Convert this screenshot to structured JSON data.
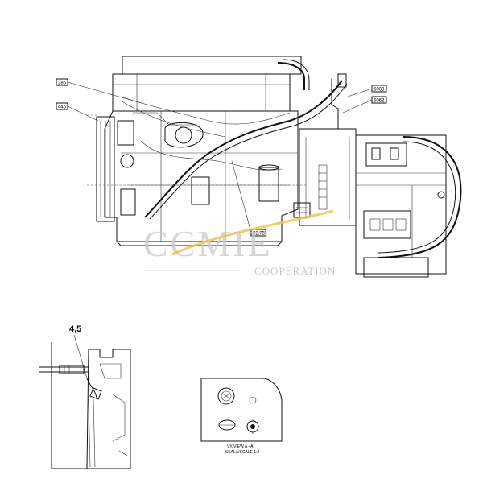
{
  "callouts": {
    "c1": "286",
    "c2": "445",
    "c3": "6003",
    "c4": "6062",
    "c5": "92.75"
  },
  "detail": {
    "label": "4,5"
  },
  "view": {
    "line1": "VY/VIEW A - A",
    "line2": "SKALA/SCALE 1:2"
  },
  "watermark": {
    "main": "CCMIE",
    "sub": "COOPERATION",
    "accent_color": "#f0c040"
  }
}
